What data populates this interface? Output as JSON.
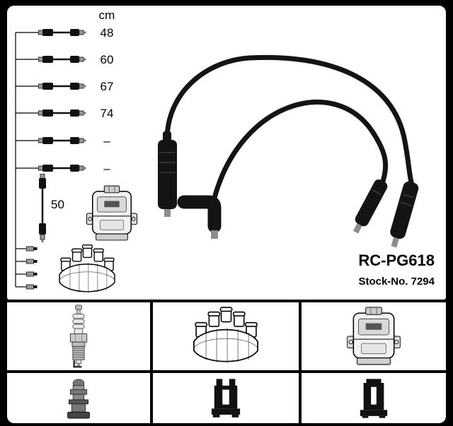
{
  "product": {
    "code": "RC-PG618",
    "stock": "Stock-No. 7294"
  },
  "measurements": {
    "unit": "cm",
    "rows": [
      "48",
      "60",
      "67",
      "74",
      "–",
      "–"
    ],
    "coil_wire": "50"
  },
  "legend": {
    "colors": {
      "background": "#000000",
      "panel": "#ffffff",
      "cable": "#111111",
      "terminal": "#9a9a9a"
    },
    "icons": [
      "spark-plug-icon",
      "distributor-cap-icon",
      "ignition-coil-icon",
      "plug-boot-icon",
      "coil-connector-icon",
      "distributor-connector-icon"
    ]
  }
}
